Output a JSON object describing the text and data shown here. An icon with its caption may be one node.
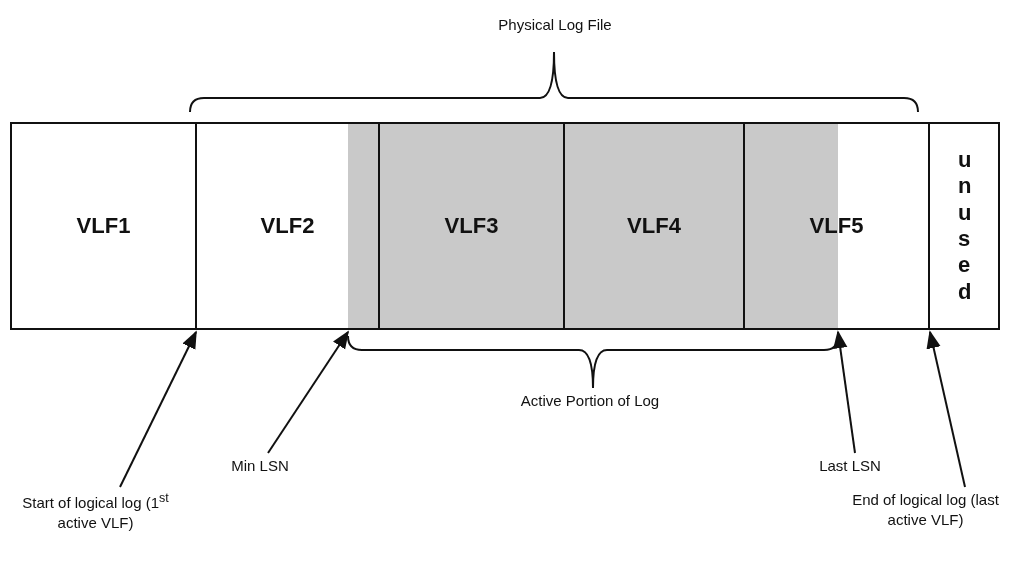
{
  "diagram": {
    "nodes": [
      {
        "text": [
          "VLF1"
        ]
      },
      {
        "text": [
          "VLF2"
        ]
      },
      {
        "text": [
          "VLF3"
        ]
      },
      {
        "text": [
          "VLF4"
        ]
      },
      {
        "text": [
          "VLF5"
        ]
      },
      {
        "text": [
          "unused"
        ]
      },
      {
        "text": [
          "Start of logical log (1$^{st}$ active VLF)"
        ]
      },
      {
        "text": [
          "Min LSN"
        ]
      },
      {
        "text": [
          "Last LSN"
        ]
      },
      {
        "text": [
          "End of logical log (last active VLF)"
        ]
      }
    ],
    "edges": [
      {
        "from": 6,
        "to": 1,
        "arrow": "to"
      },
      {
        "from": 7,
        "to": 1,
        "arrow": "to"
      },
      {
        "from": 8,
        "to": 4,
        "arrow": "to"
      },
      {
        "from": 9,
        "to": 5,
        "arrow": "to"
      }
    ],
    "labels": [
      "Physical Log File",
      "Active Portion of Log"
    ]
  }
}
